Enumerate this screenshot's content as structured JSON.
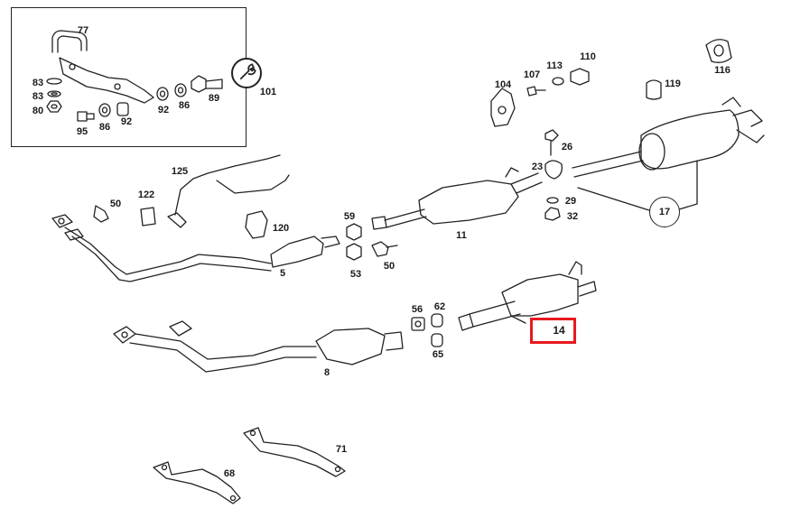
{
  "diagram": {
    "highlight_color": "#e8191f",
    "line_color": "#222222",
    "callouts": {
      "p5": "5",
      "p8": "8",
      "p11": "11",
      "p14": "14",
      "p17": "17",
      "p23": "23",
      "p26": "26",
      "p29": "29",
      "p32": "32",
      "p50a": "50",
      "p50b": "50",
      "p53": "53",
      "p56": "56",
      "p59": "59",
      "p62": "62",
      "p65": "65",
      "p68": "68",
      "p71": "71",
      "p77": "77",
      "p80": "80",
      "p83a": "83",
      "p83b": "83",
      "p86a": "86",
      "p86b": "86",
      "p89": "89",
      "p92a": "92",
      "p92b": "92",
      "p95": "95",
      "p101": "101",
      "p104": "104",
      "p107": "107",
      "p110": "110",
      "p113": "113",
      "p116": "116",
      "p119": "119",
      "p120": "120",
      "p122": "122",
      "p125": "125"
    },
    "highlighted_part": "14",
    "icons": [
      "wrench-icon"
    ]
  }
}
